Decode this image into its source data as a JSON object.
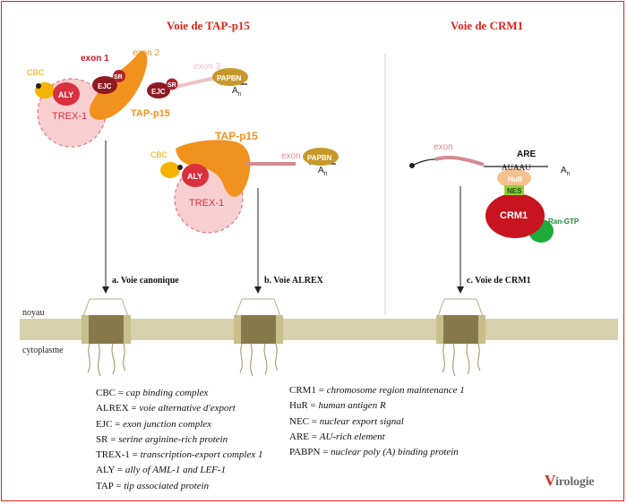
{
  "headers": {
    "left": "Voie de TAP-p15",
    "right": "Voie de CRM1"
  },
  "compartments": {
    "nucleus": "noyau",
    "cytoplasm": "cytoplasme"
  },
  "pathways": {
    "canonical": "a. Voie canonique",
    "alrex": "b. Voie ALREX",
    "crm1": "c. Voie de CRM1"
  },
  "panel_a": {
    "cbc": "CBC",
    "aly": "ALY",
    "ejc1": "EJC",
    "sr1": "SR",
    "ejc2": "EJC",
    "sr2": "SR",
    "trex": "TREX-1",
    "exon1": "exon 1",
    "exon2": "exon 2",
    "exon3": "exon 3",
    "papbn": "PAPBN",
    "polya": "A",
    "polya_sub": "n",
    "tap": "TAP-p15"
  },
  "panel_b": {
    "cbc": "CBC",
    "aly": "ALY",
    "trex": "TREX-1",
    "tap": "TAP-p15",
    "exon": "exon",
    "papbn": "PAPBN",
    "polya": "A",
    "polya_sub": "n"
  },
  "panel_c": {
    "exon": "exon",
    "are": "ARE",
    "auaau": "AUAAU",
    "hur": "HuR",
    "nes": "NES",
    "crm1": "CRM1",
    "rangtp": "Ran-GTP",
    "polya": "A",
    "polya_sub": "n"
  },
  "legend_left": [
    {
      "abbr": "CBC",
      "def": "cap binding complex"
    },
    {
      "abbr": "ALREX",
      "def": "voie alternative d'export"
    },
    {
      "abbr": "EJC",
      "def": "exon junction complex"
    },
    {
      "abbr": "SR",
      "def": "serine arginine-rich protein"
    },
    {
      "abbr": "TREX-1",
      "def": "transcription-export complex 1"
    },
    {
      "abbr": "ALY",
      "def": "ally of AML-1 and LEF-1"
    },
    {
      "abbr": "TAP",
      "def": "tip associated protein"
    }
  ],
  "legend_right": [
    {
      "abbr": "CRM1",
      "def": "chromosome region maintenance 1"
    },
    {
      "abbr": "HuR",
      "def": "human antigen R"
    },
    {
      "abbr": "NEC",
      "def": "nuclear export signal"
    },
    {
      "abbr": "ARE",
      "def": "AU-rich element"
    },
    {
      "abbr": "PABPN",
      "def": "nuclear poly (A) binding protein"
    }
  ],
  "logo": {
    "initial": "V",
    "rest": "irologie"
  }
}
